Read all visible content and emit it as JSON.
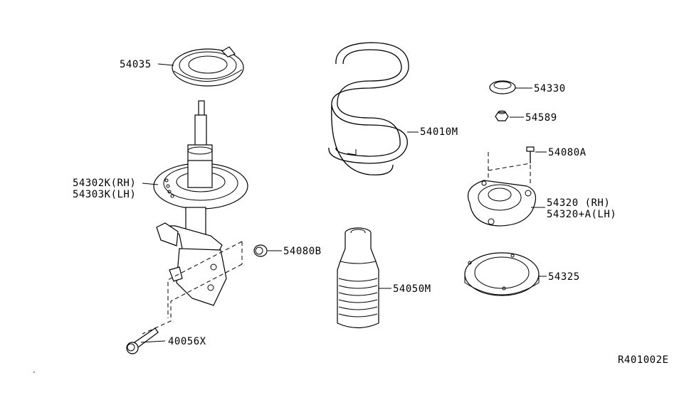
{
  "labels": {
    "p54035": "54035",
    "p54010m": "54010M",
    "p54330": "54330",
    "p54589": "54589",
    "p54080a": "54080A",
    "p54302k": "54302K(RH)",
    "p54303k": "54303K(LH)",
    "p54320": "54320  (RH)",
    "p54320a": "54320+A(LH)",
    "p54080b": "54080B",
    "p54050m": "54050M",
    "p54325": "54325",
    "p40056x": "40056X",
    "ref": "R401002E"
  }
}
